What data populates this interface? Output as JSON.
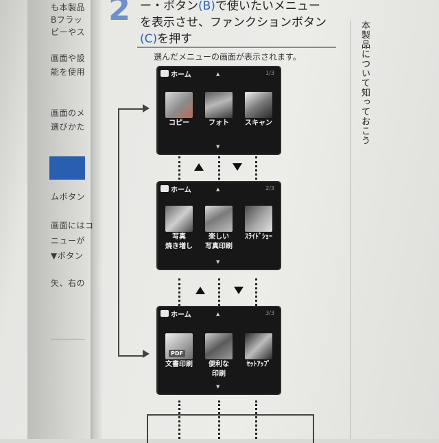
{
  "left_column": {
    "lines": [
      "も本製品",
      "Bフラッ",
      "ピーやス",
      "画面や設",
      "能を使用",
      "画面のメ",
      "選びかた",
      "ムボタン",
      "画面にはコ",
      "ニューが",
      "▼ボタン",
      "矢、右の"
    ]
  },
  "step": {
    "number": "2",
    "line1_part1": "ー・ボタン",
    "line1_part2": "(B)",
    "line1_part3": "で使いたいメニュー",
    "line2": "を表示させ、ファンクションボタン",
    "line3_part1": "(C)",
    "line3_part2": "を押す"
  },
  "caption": "選んだメニューの画面が表示されます。",
  "side_title": "本製品について知っておこう",
  "screens": [
    {
      "home": "ホーム",
      "page": "1/3",
      "tiles": [
        {
          "label": "コピー",
          "label2": "",
          "icon": "copy-icon"
        },
        {
          "label": "フォト",
          "label2": "",
          "icon": "photo-icon"
        },
        {
          "label": "スキャン",
          "label2": "",
          "icon": "scanner-icon"
        }
      ]
    },
    {
      "home": "ホーム",
      "page": "2/3",
      "tiles": [
        {
          "label": "写真",
          "label2": "焼き増し",
          "icon": "photo-reprint-icon"
        },
        {
          "label": "楽しい",
          "label2": "写真印刷",
          "icon": "fun-photo-print-icon"
        },
        {
          "label": "ｽﾗｲﾄﾞｼｮｰ",
          "label2": "",
          "icon": "slideshow-icon"
        }
      ]
    },
    {
      "home": "ホーム",
      "page": "3/3",
      "tiles": [
        {
          "label": "文書印刷",
          "label2": "",
          "icon": "document-print-icon",
          "badge": "PDF"
        },
        {
          "label": "便利な",
          "label2": "印刷",
          "icon": "useful-print-icon"
        },
        {
          "label": "ｾｯﾄｱｯﾌﾟ",
          "label2": "",
          "icon": "setup-icon"
        }
      ]
    }
  ],
  "colors": {
    "screen_bg": "#171717",
    "step_number": "#6f8fc8",
    "accent_blue": "#2a63c0"
  }
}
